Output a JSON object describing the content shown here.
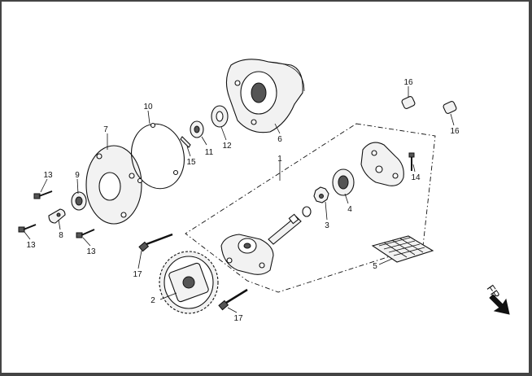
{
  "callouts": {
    "c1": "1",
    "c2": "2",
    "c3": "3",
    "c4": "4",
    "c5": "5",
    "c6": "6",
    "c7": "7",
    "c8": "8",
    "c9": "9",
    "c10": "10",
    "c11": "11",
    "c12": "12",
    "c13a": "13",
    "c13b": "13",
    "c13c": "13",
    "c14": "14",
    "c15": "15",
    "c16a": "16",
    "c16b": "16",
    "c17a": "17",
    "c17b": "17"
  },
  "direction_label": "FR.",
  "icons": {
    "direction": "arrow-down-right-icon"
  },
  "colors": {
    "ink": "#111111",
    "background": "#ffffff",
    "frame": "#444444"
  }
}
